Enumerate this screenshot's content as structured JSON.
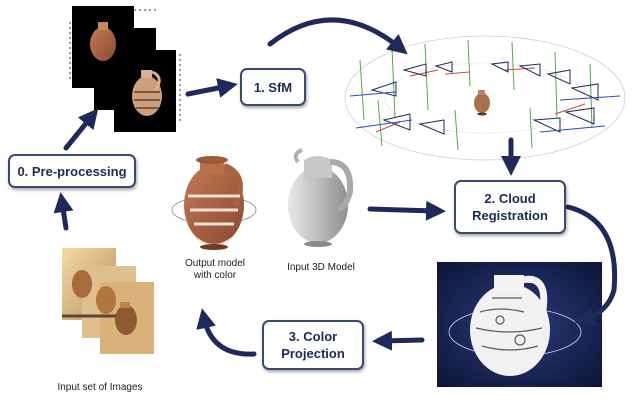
{
  "steps": {
    "preprocessing": "0. Pre-processing",
    "sfm": "1. SfM",
    "cloud_registration_line1": "2. Cloud",
    "cloud_registration_line2": "Registration",
    "color_projection_line1": "3. Color",
    "color_projection_line2": "Projection"
  },
  "captions": {
    "output_model_line1": "Output model",
    "output_model_line2": "with color",
    "input_model": "Input 3D Model",
    "input_images": "Input  set of Images"
  },
  "colors": {
    "arrow": "#1f2a5c",
    "box_border": "#3a4a70",
    "box_text": "#1e2a57"
  }
}
